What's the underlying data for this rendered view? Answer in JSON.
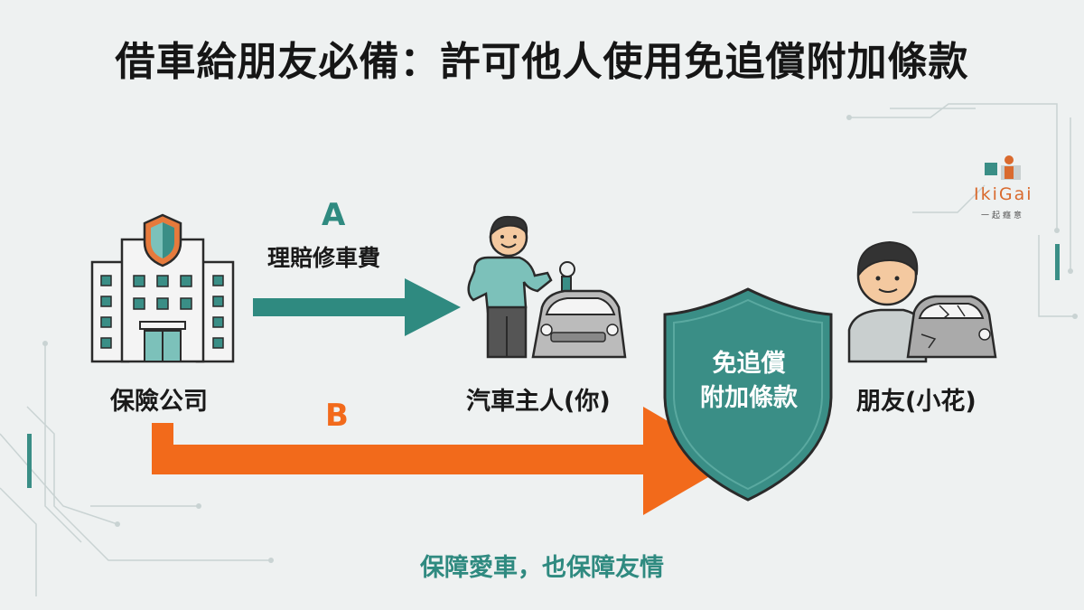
{
  "title": "借車給朋友必備：許可他人使用免追償附加條款",
  "nodes": {
    "insurer": "保險公司",
    "owner": "汽車主人(你)",
    "friend": "朋友(小花)"
  },
  "flows": {
    "a_letter": "A",
    "a_label": "理賠修車費",
    "b_letter": "B"
  },
  "shield": {
    "line1": "免追償",
    "line2": "附加條款"
  },
  "footer": "保障愛車，也保障友情",
  "logo": {
    "name": "IkiGai",
    "sub": "一起癮意"
  },
  "colors": {
    "teal": "#2f8a80",
    "orange": "#f26a1b",
    "shield": "#3a8e86"
  }
}
